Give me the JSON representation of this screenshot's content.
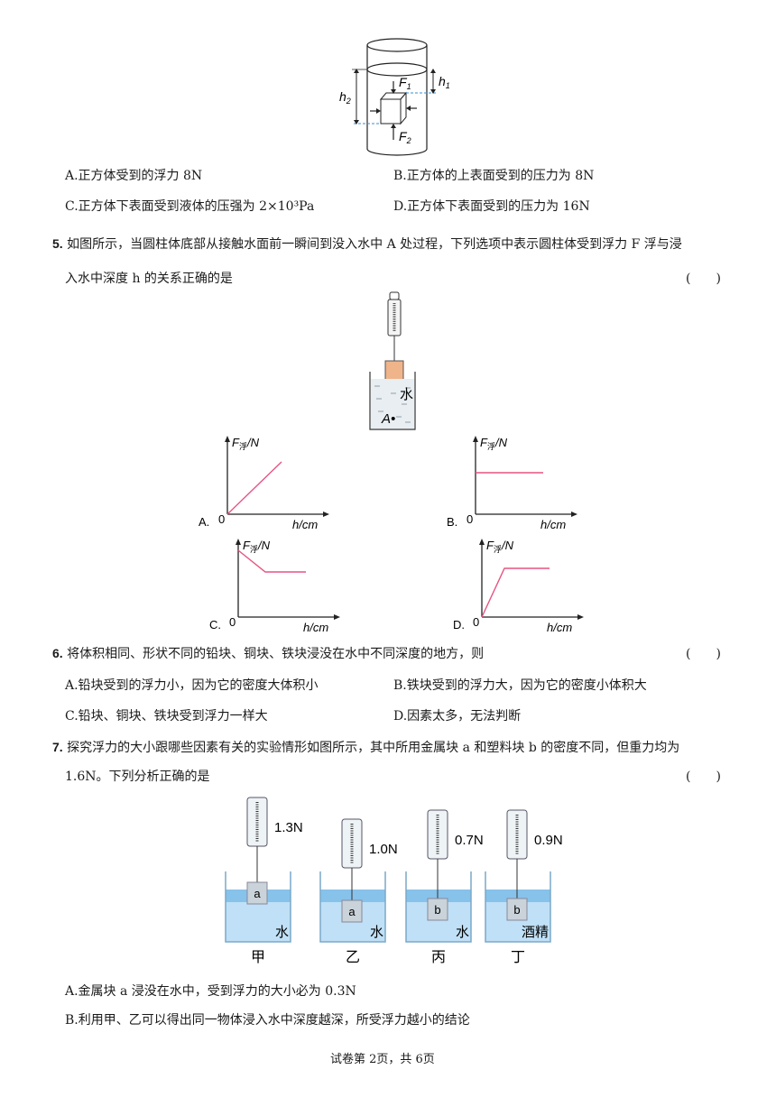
{
  "q4": {
    "figure": {
      "h1": "h",
      "h1_sub": "1",
      "h2": "h",
      "h2_sub": "2",
      "f1": "F",
      "f1_sub": "1",
      "f2": "F",
      "f2_sub": "2"
    },
    "options": [
      "A.正方体受到的浮力 8N",
      "B.正方体的上表面受到的压力为 8N",
      "C.正方体下表面受到液体的压强为 2×10³Pa",
      "D.正方体下表面受到的压力为 16N"
    ]
  },
  "q5": {
    "number": "5.",
    "line1": "如图所示，当圆柱体底部从接触水面前一瞬间到没入水中 A 处过程，下列选项中表示圆柱体受到浮力 F 浮与浸",
    "line2": "入水中深度 h 的关系正确的是",
    "paren": "(　　)",
    "figure": {
      "water": "水",
      "point": "A•"
    },
    "graphs": [
      {
        "label": "A.",
        "ylabel": "F浮/N",
        "xlabel": "h/cm",
        "origin": "0"
      },
      {
        "label": "B.",
        "ylabel": "F浮/N",
        "xlabel": "h/cm",
        "origin": "0"
      },
      {
        "label": "C.",
        "ylabel": "F浮/N",
        "xlabel": "h/cm",
        "origin": "0"
      },
      {
        "label": "D.",
        "ylabel": "F浮/N",
        "xlabel": "h/cm",
        "origin": "0"
      }
    ]
  },
  "q6": {
    "number": "6.",
    "stem": "将体积相同、形状不同的铅块、铜块、铁块浸没在水中不同深度的地方，则",
    "paren": "(　　)",
    "options": [
      "A.铅块受到的浮力小，因为它的密度大体积小",
      "B.铁块受到的浮力大，因为它的密度小体积大",
      "C.铅块、铜块、铁块受到浮力一样大",
      "D.因素太多，无法判断"
    ]
  },
  "q7": {
    "number": "7.",
    "line1": "探究浮力的大小跟哪些因素有关的实验情形如图所示，其中所用金属块 a 和塑料块 b 的密度不同，但重力均为",
    "line2": "1.6N。下列分析正确的是",
    "paren": "(　　)",
    "beakers": [
      {
        "reading": "1.3N",
        "block": "a",
        "liquid": "水",
        "name": "甲"
      },
      {
        "reading": "1.0N",
        "block": "a",
        "liquid": "水",
        "name": "乙"
      },
      {
        "reading": "0.7N",
        "block": "b",
        "liquid": "水",
        "name": "丙"
      },
      {
        "reading": "0.9N",
        "block": "b",
        "liquid": "酒精",
        "name": "丁"
      }
    ],
    "options": [
      "A.金属块 a 浸没在水中，受到浮力的大小必为 0.3N",
      "B.利用甲、乙可以得出同一物体浸入水中深度越深，所受浮力越小的结论"
    ]
  },
  "footer": "试卷第 2页，共 6页",
  "colors": {
    "graph_line": "#e75480",
    "water": "#5aa9e0",
    "block5": "#f0b48a"
  }
}
